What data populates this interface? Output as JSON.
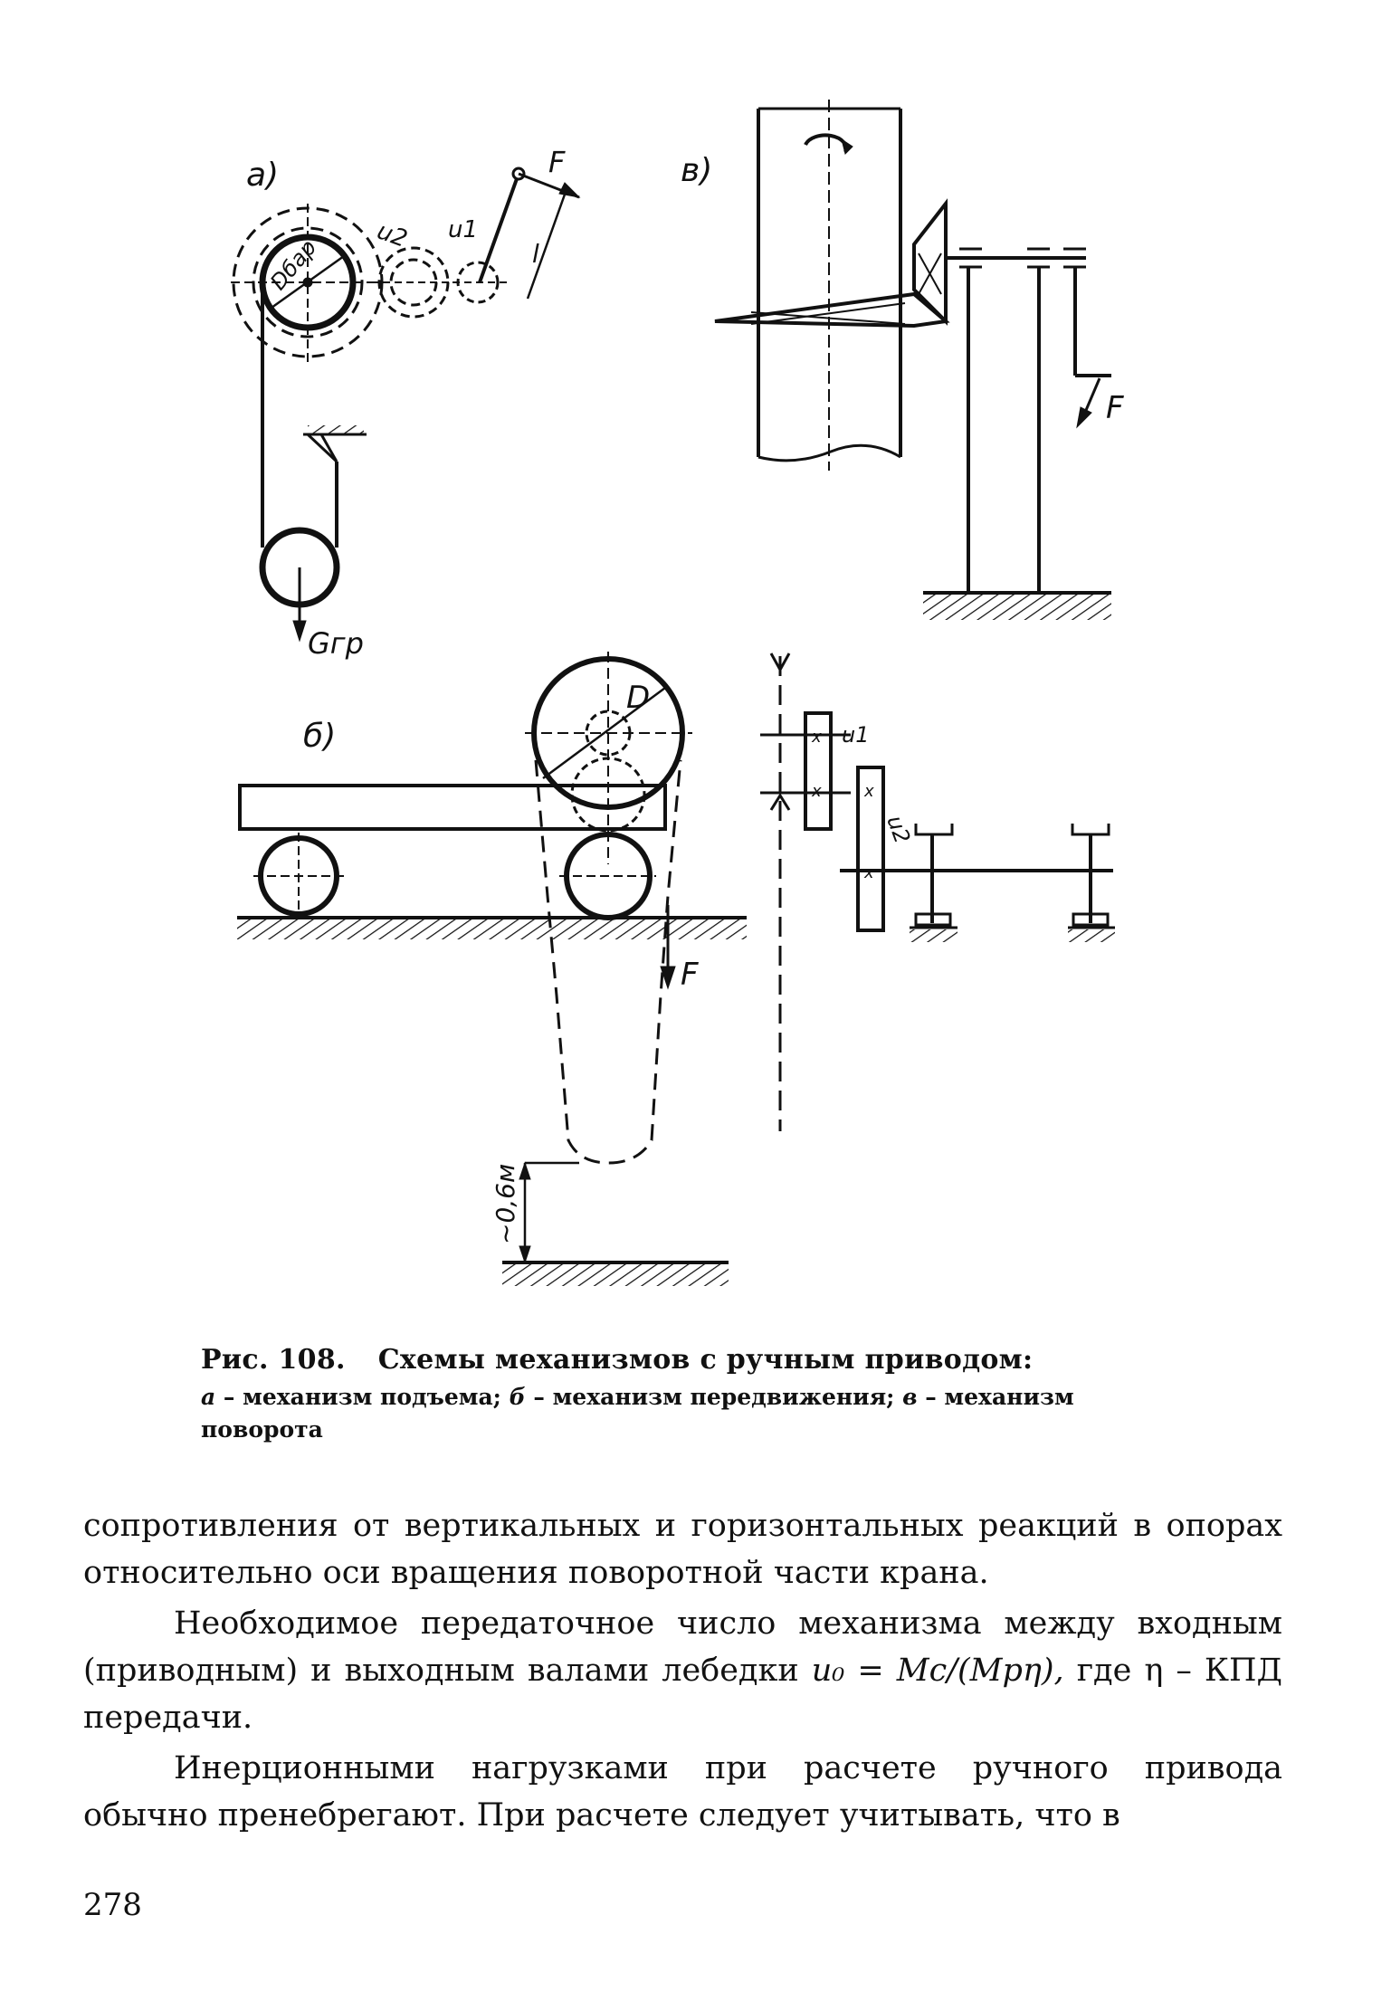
{
  "figure": {
    "panel_a": {
      "label": "a)",
      "drum_label": "Dбар",
      "u2": "u2",
      "u1": "u1",
      "force": "F",
      "lever": "l",
      "load": "Gгр"
    },
    "panel_b": {
      "label": "б)",
      "wheel": "D",
      "force": "F",
      "height": "~0,6м",
      "u1": "u1",
      "u2": "u2"
    },
    "panel_c": {
      "label": "в)",
      "force": "F"
    }
  },
  "caption": {
    "number": "Рис. 108.",
    "title": "Схемы механизмов с ручным приводом:",
    "desc_a_letter": "а",
    "desc_a": " – механизм подъема; ",
    "desc_b_letter": "б",
    "desc_b": " – механизм передвижения; ",
    "desc_c_letter": "в",
    "desc_c": " – механизм поворота"
  },
  "body": {
    "p1": "сопротивления от вертикальных и горизонтальных реакций в опорах относительно оси вращения поворотной части крана.",
    "p2_text": "Необходимое передаточное число механизма между входным (приводным) и выходным валами лебедки ",
    "p2_formula": "u₀ = Mс/(Mрη),",
    "p2_end": " где η – КПД передачи.",
    "p3": "Инерционными нагрузками при расчете ручного привода обычно пренебрегают. При расчете следует учитывать, что в"
  },
  "page_number": "278"
}
